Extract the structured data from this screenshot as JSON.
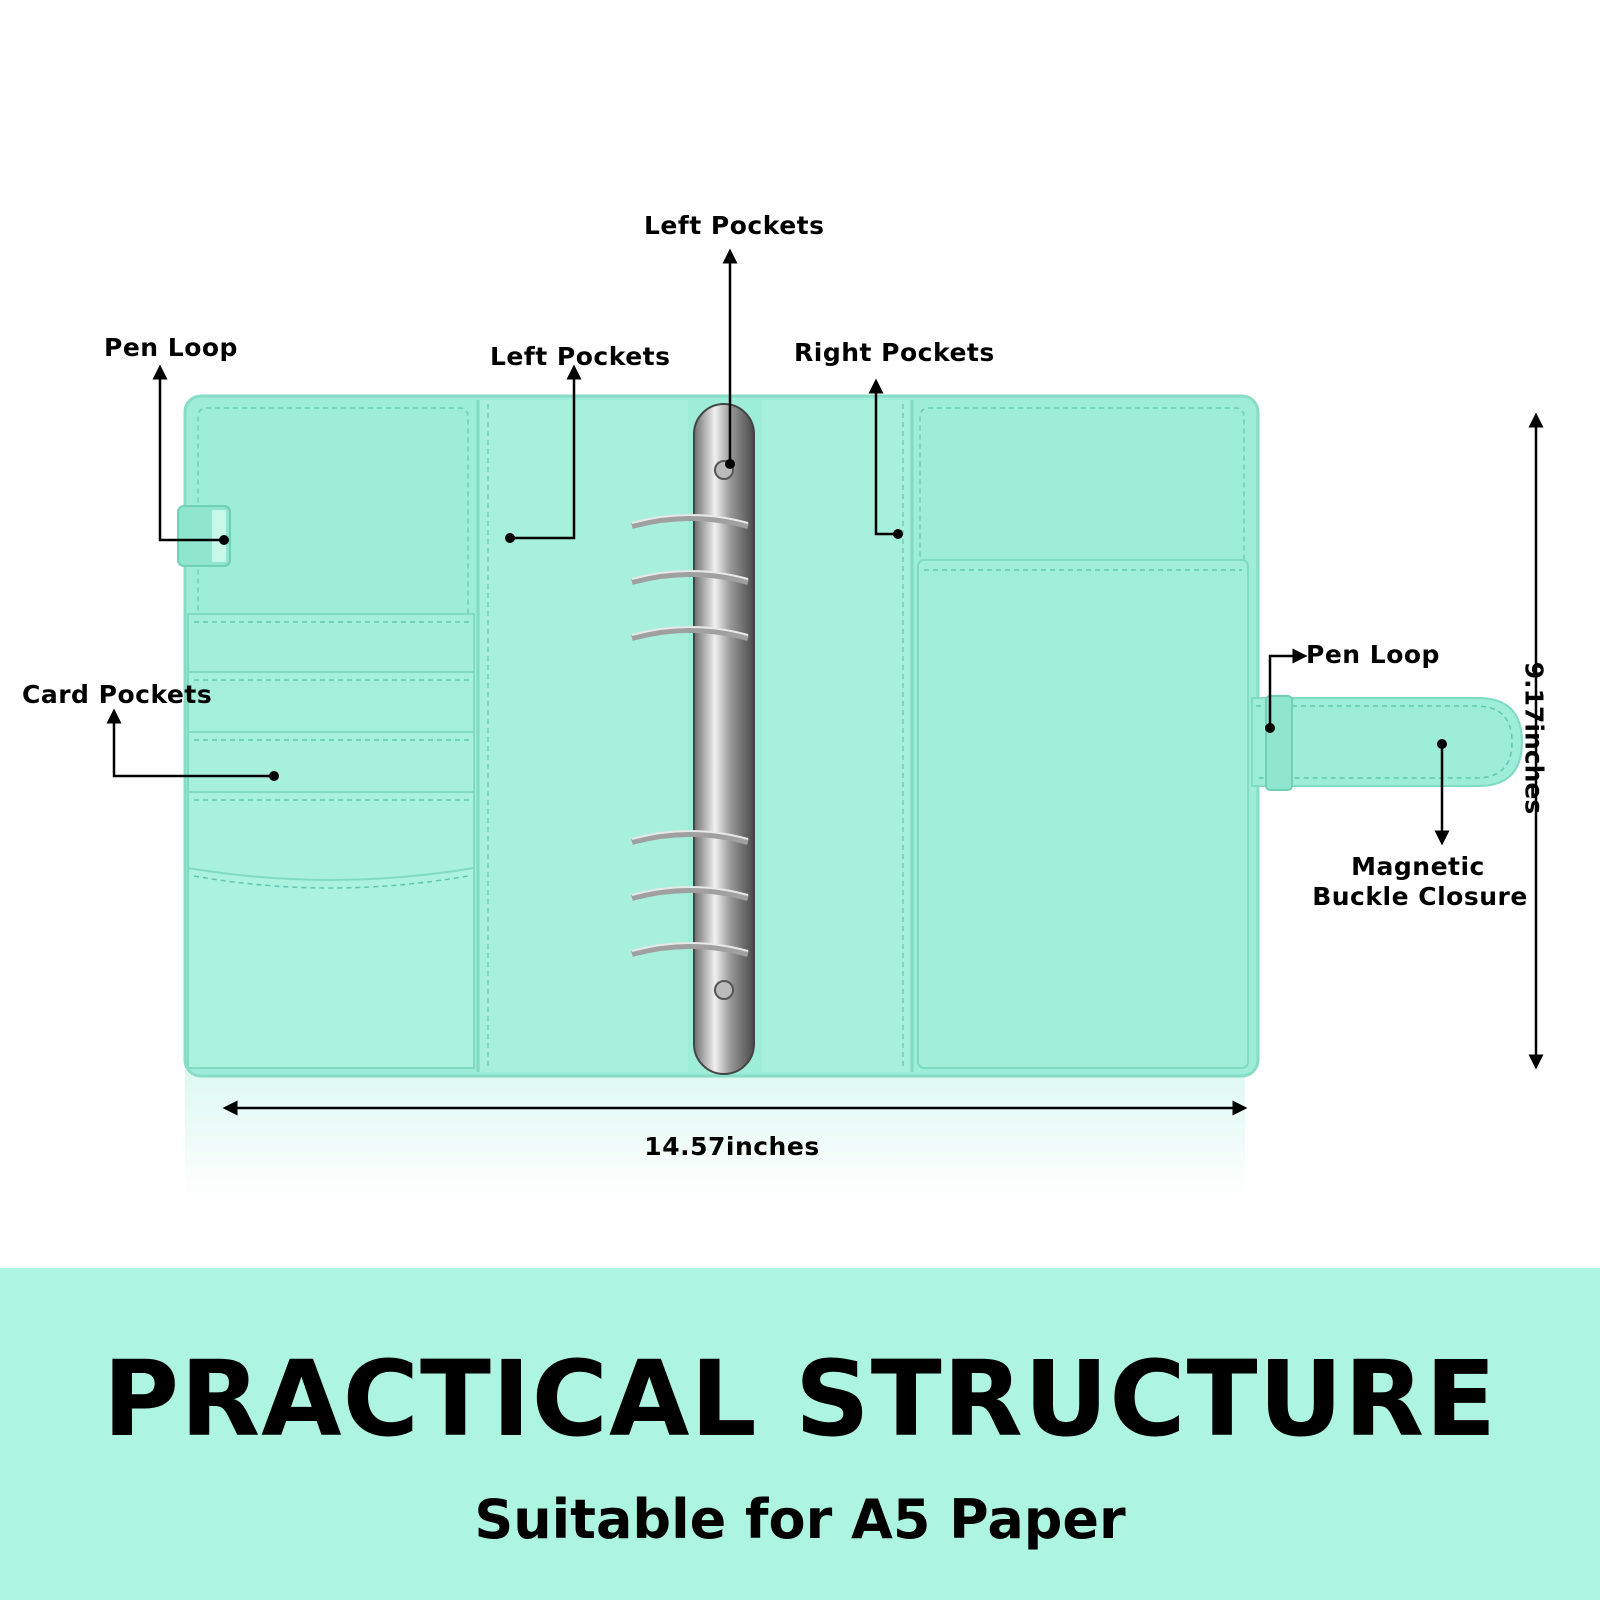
{
  "labels": {
    "pen_loop_left": "Pen Loop",
    "left_pockets_inner": "Left Pockets",
    "left_pockets_top": "Left Pockets",
    "right_pockets": "Right Pockets",
    "card_pockets": "Card Pockets",
    "pen_loop_right": "Pen Loop",
    "magnetic_line1": "Magnetic",
    "magnetic_line2": "Buckle Closure"
  },
  "dimensions": {
    "width": "14.57inches",
    "height": "9.17inches"
  },
  "banner": {
    "title": "PRACTICAL STRUCTURE",
    "subtitle": "Suitable for A5 Paper"
  },
  "colors": {
    "binder": "#9eedd8",
    "binder_dark": "#7fdcc3",
    "banner": "#adf4e1",
    "stitch": "#5fc7ad",
    "metal": "#c9c9c9"
  }
}
